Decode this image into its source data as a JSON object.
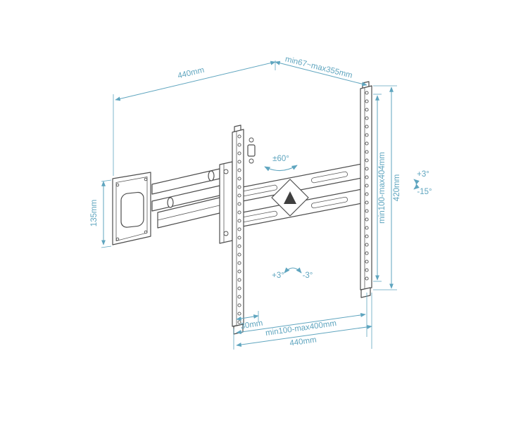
{
  "diagram": {
    "type": "technical-drawing",
    "subject": "Full-motion articulating TV wall mount bracket with dimension callouts",
    "accent_color": "#5fa5bf",
    "line_color": "#4d4d4d",
    "labels": {
      "top_width": "440mm",
      "extension_range": "min67~max355mm",
      "swivel_range": "±60°",
      "plate_height": "135mm",
      "vesa_vertical_range": "min100-max404mm",
      "bracket_height": "420mm",
      "tilt_up": "+3°",
      "tilt_down": "-15°",
      "level_left": "+3°",
      "level_right": "-3°",
      "bottom_offset": "30mm",
      "vesa_horizontal_range": "min100-max400mm",
      "bottom_width": "440mm"
    }
  }
}
